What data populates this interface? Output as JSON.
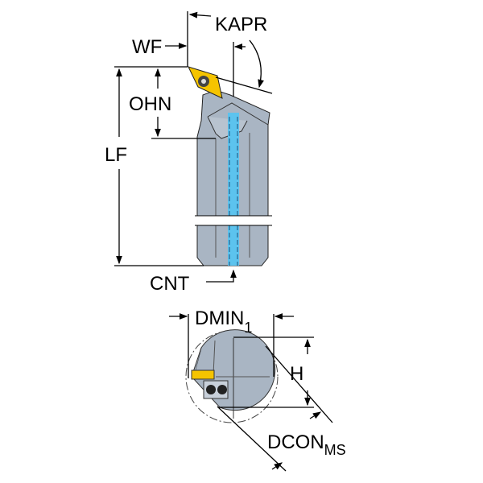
{
  "labels": {
    "wf": "WF",
    "kapr": "KAPR",
    "ohn": "OHN",
    "lf": "LF",
    "cnt": "CNT",
    "dmin": "DMIN",
    "dmin_sub": "1",
    "h": "H",
    "dcon": "DCON",
    "dcon_sub": "MS"
  },
  "colors": {
    "body": "#a9b5c3",
    "body_dark": "#8e9aa8",
    "insert": "#f5c400",
    "coolant": "#5cc3ee",
    "line": "#000000"
  }
}
